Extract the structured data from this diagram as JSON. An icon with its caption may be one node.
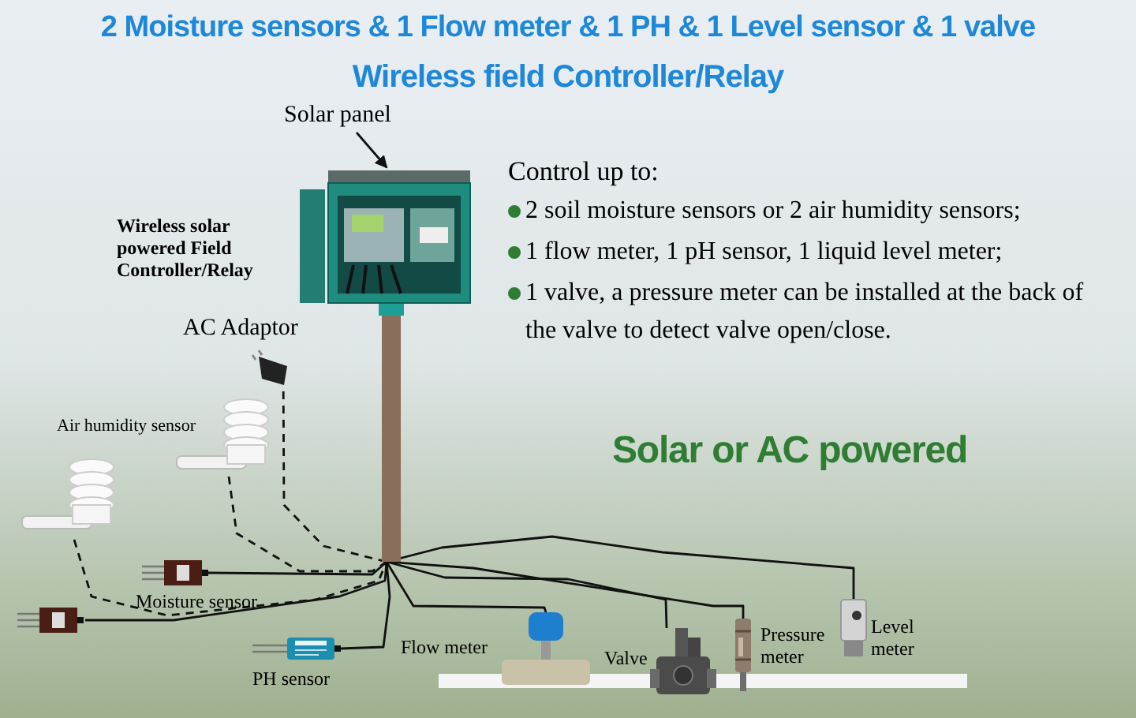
{
  "diagram": {
    "title": "2 Moisture sensors & 1 Flow meter & 1 PH & 1 Level sensor & 1 valve",
    "nodes": [
      {
        "text": [],
        "shape": "picture",
        "beside": [
          "Wireless solar powered Field Controller/Relay"
        ]
      },
      {
        "text": [
          "Solar panel"
        ]
      },
      {
        "text": [],
        "shape": "picture",
        "beside": [
          "AC Adaptor"
        ]
      },
      {
        "text": [],
        "shape": "picture",
        "beside": [
          "Air humidity sensor"
        ]
      },
      {
        "text": [],
        "shape": "picture"
      },
      {
        "text": [],
        "shape": "picture",
        "beside": [
          "Moisture sensor"
        ]
      },
      {
        "text": [],
        "shape": "picture"
      },
      {
        "text": [],
        "shape": "picture",
        "beside": [
          "PH sensor"
        ]
      },
      {
        "text": [],
        "shape": "picture",
        "beside": [
          "Flow meter"
        ]
      },
      {
        "text": [],
        "shape": "picture",
        "beside": [
          "Valve"
        ]
      },
      {
        "text": [],
        "shape": "picture",
        "beside": [
          "Pressure meter"
        ]
      },
      {
        "text": [],
        "shape": "picture",
        "beside": [
          "Level meter"
        ]
      }
    ],
    "edges": [
      {
        "from": 1,
        "to": 0,
        "arrow": "to"
      },
      {
        "from": 2,
        "to": 0,
        "arrow": "none",
        "style": "dashed"
      },
      {
        "from": 3,
        "to": 0,
        "arrow": "none",
        "style": "dashed"
      },
      {
        "from": 4,
        "to": 0,
        "arrow": "none",
        "style": "dashed"
      },
      {
        "from": 5,
        "to": 0,
        "arrow": "none"
      },
      {
        "from": 6,
        "to": 0,
        "arrow": "none"
      },
      {
        "from": 7,
        "to": 0,
        "arrow": "none"
      },
      {
        "from": 0,
        "to": 8,
        "arrow": "none"
      },
      {
        "from": 0,
        "to": 9,
        "arrow": "none"
      },
      {
        "from": 0,
        "to": 10,
        "arrow": "none"
      },
      {
        "from": 0,
        "to": 11,
        "arrow": "none"
      }
    ],
    "labels": [
      "Wireless field Controller/Relay",
      "Control up to:",
      "2 soil moisture sensors or 2 air humidity sensors;",
      "1 flow meter, 1 pH sensor, 1 liquid level meter;",
      "1 valve, a pressure meter can be installed at the back of the valve to detect valve open/close.",
      "Solar or AC powered"
    ]
  }
}
